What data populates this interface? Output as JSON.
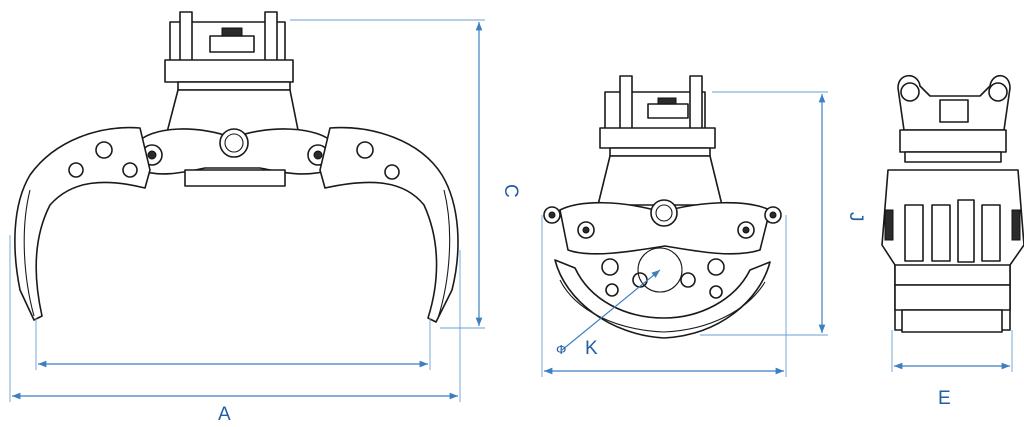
{
  "dimensions": {
    "a": "A",
    "c": "C",
    "j": "J",
    "k": "K",
    "e": "E",
    "k_symbol": "Φ"
  },
  "colors": {
    "dimension_line": "#3d7fc1",
    "dimension_text": "#1f5fa3",
    "outline": "#1a1a1a",
    "background": "#ffffff"
  }
}
